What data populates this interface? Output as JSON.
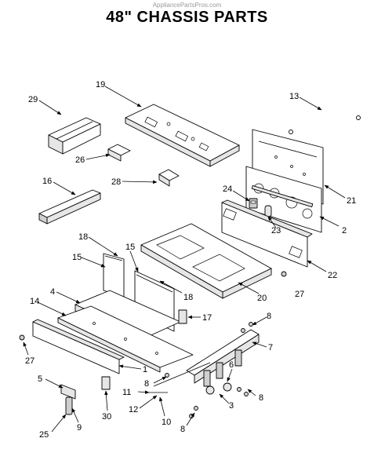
{
  "watermark": "AppliancePartsPros.com",
  "title": "48\" CHASSIS PARTS",
  "callouts": {
    "c1": "1",
    "c2": "2",
    "c3": "3",
    "c4": "4",
    "c5": "5",
    "c6": "6",
    "c7": "7",
    "c8a": "8",
    "c8b": "8",
    "c8c": "8",
    "c8d": "8",
    "c9": "9",
    "c10": "10",
    "c11": "11",
    "c12": "12",
    "c13": "13",
    "c14": "14",
    "c15a": "15",
    "c15b": "15",
    "c16": "16",
    "c17": "17",
    "c18a": "18",
    "c18b": "18",
    "c19": "19",
    "c20": "20",
    "c21": "21",
    "c22": "22",
    "c23": "23",
    "c24": "24",
    "c25": "25",
    "c26": "26",
    "c27a": "27",
    "c27b": "27",
    "c28": "28",
    "c29": "29",
    "c30": "30"
  }
}
